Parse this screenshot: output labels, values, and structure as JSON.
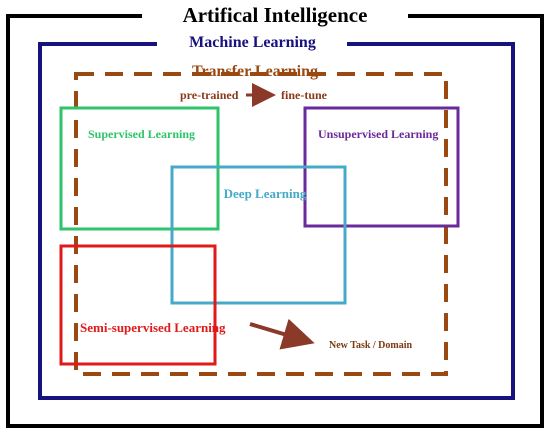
{
  "title": "Artifical Intelligence",
  "machine_learning": {
    "label": "Machine Learning"
  },
  "transfer_learning": {
    "label": "Transfer Learning",
    "pretrained_label": "pre-trained",
    "finetune_label": "fine-tune",
    "new_task_label": "New Task / Domain"
  },
  "regions": {
    "supervised": {
      "label": "Supervised Learning"
    },
    "unsupervised": {
      "label": "Unsupervised Learning"
    },
    "deep": {
      "label": "Deep Learning"
    },
    "semi_supervised": {
      "label": "Semi-supervised Learning"
    }
  },
  "colors": {
    "ai": "#000000",
    "machine_learning": "#16127e",
    "transfer_learning": "#9a4a10",
    "arrow": "#8b3a2a",
    "supervised": "#2fc46a",
    "unsupervised": "#6a2a9a",
    "deep": "#45aac8",
    "semi_supervised": "#e01a1a"
  }
}
